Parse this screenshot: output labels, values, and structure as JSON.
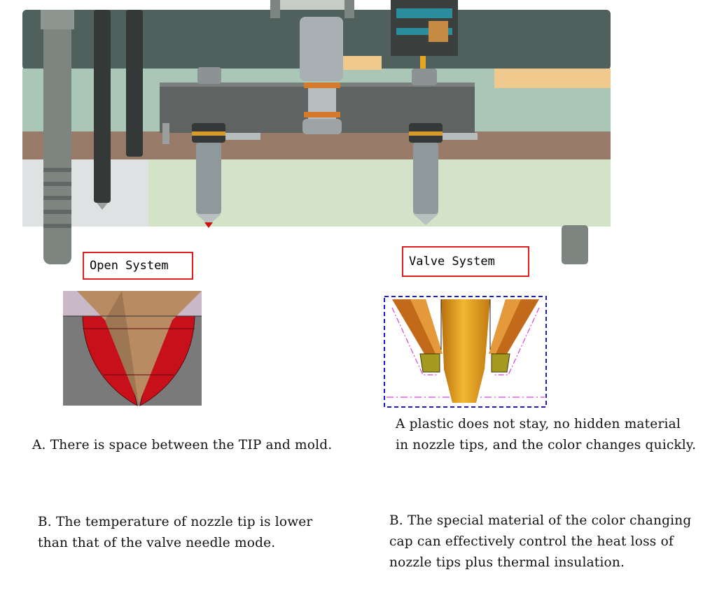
{
  "labels": {
    "open_system": "Open System",
    "valve_system": "Valve System"
  },
  "captions": {
    "open_a": "A. There is space between the TIP and mold.",
    "open_b": "B. The temperature of nozzle tip is lower than that of the valve needle mode.",
    "valve_a": "A plastic does not stay, no hidden material in nozzle tips, and the color changes quickly.",
    "valve_b": "B. The special material of the color changing cap can effectively control the heat loss of nozzle tips plus thermal insulation."
  },
  "colors": {
    "top_plate": "#50605c",
    "manifold_plate": "#a9c6b6",
    "manifold": "#5f6462",
    "brown_plate": "#987a69",
    "cavity_plate": "#d2e3c8",
    "label_border": "#e02020",
    "tip_red": "#c8101a",
    "tip_gold": "#e6a020",
    "outline_blue": "#1a1ad0",
    "outline_magenta": "#e040e0"
  }
}
